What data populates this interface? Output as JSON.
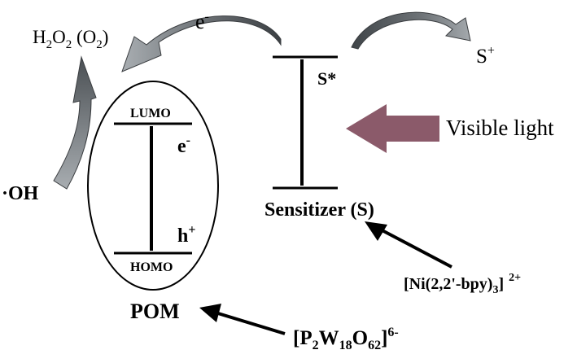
{
  "labels": {
    "electron_top": "e",
    "electron_top_sup": "-",
    "h2o2": "H",
    "h2o2_sub1": "2",
    "h2o2_o": "O",
    "h2o2_sub2": "2",
    "h2o2_paren": " (O",
    "h2o2_paren_sub": "2",
    "h2o2_close": ")",
    "s_plus": "S",
    "s_plus_sup": "+",
    "s_star": "S*",
    "lumo": "LUMO",
    "homo": "HOMO",
    "electron_pom": "e",
    "electron_pom_sup": "-",
    "hole": "h",
    "hole_sup": "+",
    "oh": "·OH",
    "visible_light": "Visible light",
    "sensitizer": "Sensitizer (S)",
    "pom": "POM",
    "ni_complex_a": "[Ni(2,2'-bpy)",
    "ni_complex_sub": "3",
    "ni_complex_b": "]",
    "ni_complex_sup": "2+",
    "p2w_a": "[P",
    "p2w_sub1": "2",
    "p2w_b": "W",
    "p2w_sub2": "18",
    "p2w_c": "O",
    "p2w_sub3": "62",
    "p2w_d": "]",
    "p2w_sup": "6-"
  },
  "colors": {
    "arrow_gray": "#8a8f94",
    "arrow_dark": "#3f4448",
    "light_arrow": "#8b5a6a",
    "line": "#000000"
  }
}
